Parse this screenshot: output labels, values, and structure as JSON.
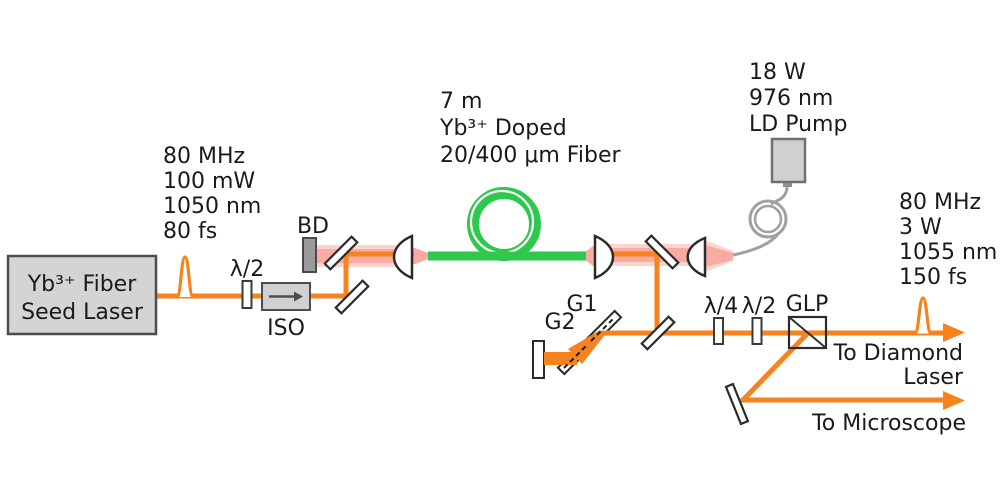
{
  "colors": {
    "beam_orange": "#F6831E",
    "pump_pink_inner": "#F8ABA3",
    "pump_pink_outer": "#FCD4CE",
    "fiber_green": "#2EC84D",
    "pump_fiber_gray": "#A0A0A0",
    "box_fill": "#D4D4D4",
    "box_border": "#4D4D4D",
    "optic_stroke": "#2B2B2B",
    "beam_dump_fill": "#9B9B9B",
    "text": "#1A1A1A"
  },
  "seed_laser": {
    "box_line1": "Yb³⁺ Fiber",
    "box_line2": "Seed Laser",
    "specs": [
      "80 MHz",
      "100 mW",
      "1050 nm",
      "80 fs"
    ]
  },
  "components": {
    "half_wave_input": "λ/2",
    "isolator": "ISO",
    "beam_dump": "BD",
    "grating_1": "G1",
    "grating_2": "G2",
    "quarter_wave": "λ/4",
    "half_wave_output": "λ/2",
    "polarizer": "GLP"
  },
  "gain_fiber": {
    "label": [
      "7 m",
      "Yb³⁺ Doped",
      "20/400 μm Fiber"
    ]
  },
  "pump": {
    "label": [
      "18 W",
      "976 nm",
      "LD Pump"
    ]
  },
  "output": {
    "specs": [
      "80 MHz",
      "3 W",
      "1055 nm",
      "150 fs"
    ],
    "port_diamond_line1": "To Diamond",
    "port_diamond_line2": "Laser",
    "port_microscope": "To Microscope"
  }
}
